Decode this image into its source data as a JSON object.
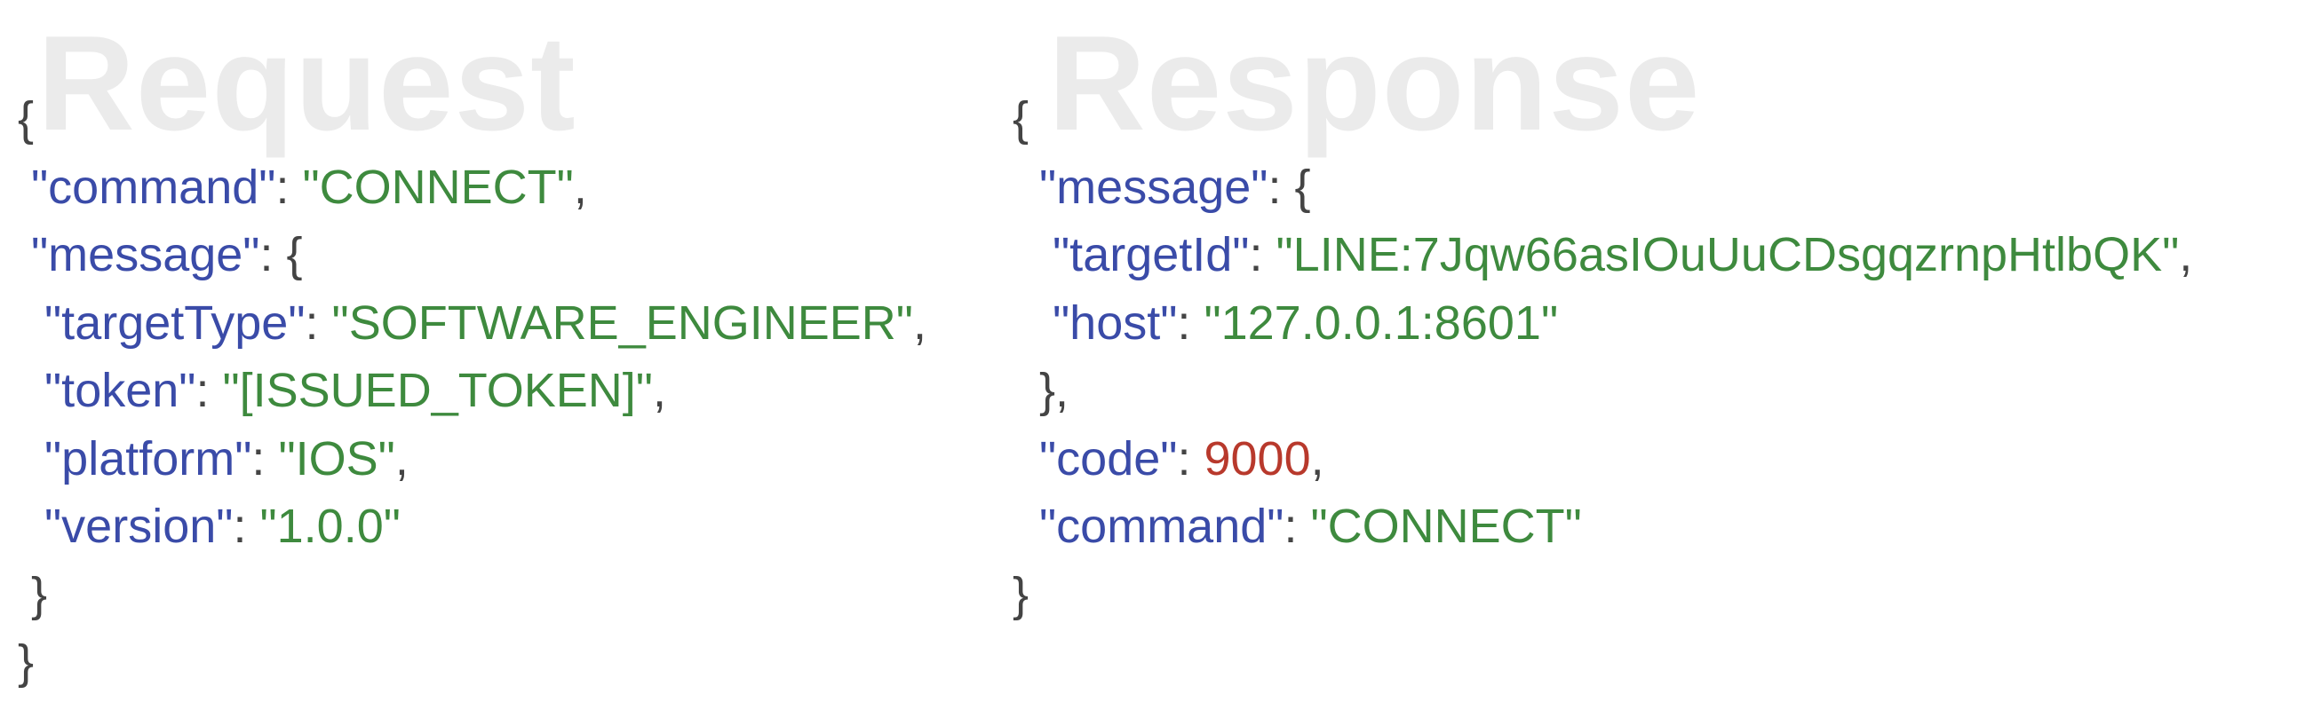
{
  "request": {
    "watermark": "Request",
    "lines": [
      [
        {
          "t": "punc",
          "v": "{"
        }
      ],
      [
        {
          "t": "punc",
          "v": " "
        },
        {
          "t": "key",
          "v": "\"command\""
        },
        {
          "t": "punc",
          "v": ": "
        },
        {
          "t": "str",
          "v": "\"CONNECT\""
        },
        {
          "t": "punc",
          "v": ","
        }
      ],
      [
        {
          "t": "punc",
          "v": " "
        },
        {
          "t": "key",
          "v": "\"message\""
        },
        {
          "t": "punc",
          "v": ": {"
        }
      ],
      [
        {
          "t": "punc",
          "v": "  "
        },
        {
          "t": "key",
          "v": "\"targetType\""
        },
        {
          "t": "punc",
          "v": ": "
        },
        {
          "t": "str",
          "v": "\"SOFTWARE_ENGINEER\""
        },
        {
          "t": "punc",
          "v": ","
        }
      ],
      [
        {
          "t": "punc",
          "v": "  "
        },
        {
          "t": "key",
          "v": "\"token\""
        },
        {
          "t": "punc",
          "v": ": "
        },
        {
          "t": "str",
          "v": "\"[ISSUED_TOKEN]\""
        },
        {
          "t": "punc",
          "v": ","
        }
      ],
      [
        {
          "t": "punc",
          "v": "  "
        },
        {
          "t": "key",
          "v": "\"platform\""
        },
        {
          "t": "punc",
          "v": ": "
        },
        {
          "t": "str",
          "v": "\"IOS\""
        },
        {
          "t": "punc",
          "v": ","
        }
      ],
      [
        {
          "t": "punc",
          "v": "  "
        },
        {
          "t": "key",
          "v": "\"version\""
        },
        {
          "t": "punc",
          "v": ": "
        },
        {
          "t": "str",
          "v": "\"1.0.0\""
        }
      ],
      [
        {
          "t": "punc",
          "v": " }"
        }
      ],
      [
        {
          "t": "punc",
          "v": "}"
        }
      ]
    ]
  },
  "response": {
    "watermark": "Response",
    "lines": [
      [
        {
          "t": "punc",
          "v": "{"
        }
      ],
      [
        {
          "t": "punc",
          "v": "  "
        },
        {
          "t": "key",
          "v": "\"message\""
        },
        {
          "t": "punc",
          "v": ": {"
        }
      ],
      [
        {
          "t": "punc",
          "v": "   "
        },
        {
          "t": "key",
          "v": "\"targetId\""
        },
        {
          "t": "punc",
          "v": ": "
        },
        {
          "t": "str",
          "v": "\"LINE:7Jqw66asIOuUuCDsgqzrnpHtlbQK\""
        },
        {
          "t": "punc",
          "v": ","
        }
      ],
      [
        {
          "t": "punc",
          "v": "   "
        },
        {
          "t": "key",
          "v": "\"host\""
        },
        {
          "t": "punc",
          "v": ": "
        },
        {
          "t": "str",
          "v": "\"127.0.0.1:8601\""
        }
      ],
      [
        {
          "t": "punc",
          "v": "  },"
        }
      ],
      [
        {
          "t": "punc",
          "v": "  "
        },
        {
          "t": "key",
          "v": "\"code\""
        },
        {
          "t": "punc",
          "v": ": "
        },
        {
          "t": "num",
          "v": "9000"
        },
        {
          "t": "punc",
          "v": ","
        }
      ],
      [
        {
          "t": "punc",
          "v": "  "
        },
        {
          "t": "key",
          "v": "\"command\""
        },
        {
          "t": "punc",
          "v": ": "
        },
        {
          "t": "str",
          "v": "\"CONNECT\""
        }
      ],
      [
        {
          "t": "punc",
          "v": "}"
        }
      ]
    ]
  },
  "colors": {
    "key": "#3a4ba8",
    "string": "#3e8a3e",
    "number": "#b8392c",
    "punctuation": "#444444",
    "watermark": "#ebebeb",
    "background": "#ffffff"
  }
}
